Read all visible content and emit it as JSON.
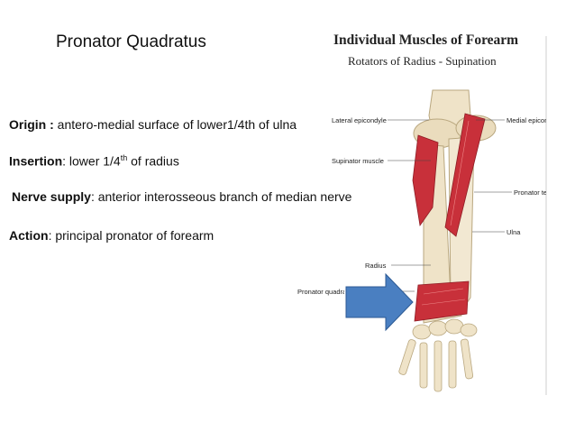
{
  "title": "Pronator Quadratus",
  "origin": {
    "label": "Origin :",
    "text": "antero-medial surface of lower1/4th of ulna"
  },
  "insertion": {
    "label": "Insertion",
    "text_pre": ": lower 1/4",
    "sup": "th",
    "text_post": " of radius"
  },
  "nerve": {
    "label": "Nerve supply",
    "text": ": anterior interosseous branch of median nerve"
  },
  "action": {
    "label": "Action",
    "text": ": principal pronator of forearm"
  },
  "figure": {
    "heading": "Individual Muscles of Forearm",
    "subheading": "Rotators of Radius - Supination",
    "labels": {
      "lateral_epicondyle": "Lateral epicondyle",
      "medial_epicondyle": "Medial epicondyle",
      "supinator": "Supinator muscle",
      "pronator_teres": "Pronator teres muscle",
      "ulna": "Ulna",
      "radius": "Radius",
      "pronator_quadratus": "Pronator quadratus"
    },
    "colors": {
      "muscle": "#c8303a",
      "bone": "#efe3c8",
      "arrow": "#4a7fc1"
    }
  }
}
